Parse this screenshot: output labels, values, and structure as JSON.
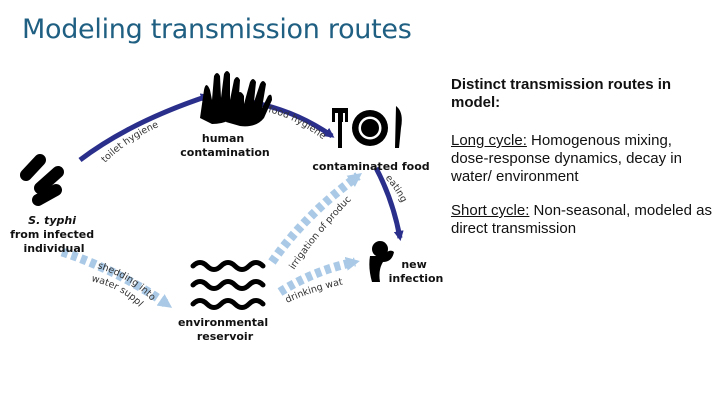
{
  "slide": {
    "title": "Modeling transmission routes"
  },
  "diagram": {
    "nodes": {
      "infected": [
        "S. typhi",
        "from infected",
        "individual"
      ],
      "human_contamination": [
        "human",
        "contamination"
      ],
      "contaminated_food": [
        "contaminated food"
      ],
      "environmental_reservoir": [
        "environmental",
        "reservoir"
      ],
      "new_infection": [
        "new",
        "infection"
      ]
    },
    "edges": {
      "toilet_hygiene": "toilet hygiene",
      "food_hygiene": "food hygiene",
      "eating": "eating",
      "irrigation": "irrigation of produce",
      "shedding": "shedding into",
      "water_supply": "water supply",
      "drinking_water": "drinking water"
    },
    "colors": {
      "arrow_solid": "#2b2f8c",
      "arrow_dashed": "#a9c9e6",
      "icon": "#000000"
    },
    "icons": [
      "bacteria-icon",
      "hands-icon",
      "plate-cutlery-icon",
      "water-waves-icon",
      "sick-person-icon"
    ]
  },
  "side_panel": {
    "heading": "Distinct transmission routes in model:",
    "routes": [
      {
        "label": "Long cycle:",
        "text": " Homogenous mixing, dose-response dynamics, decay in water/ environment"
      },
      {
        "label": "Short cycle:",
        "text": " Non-seasonal, modeled as direct transmission"
      }
    ]
  }
}
